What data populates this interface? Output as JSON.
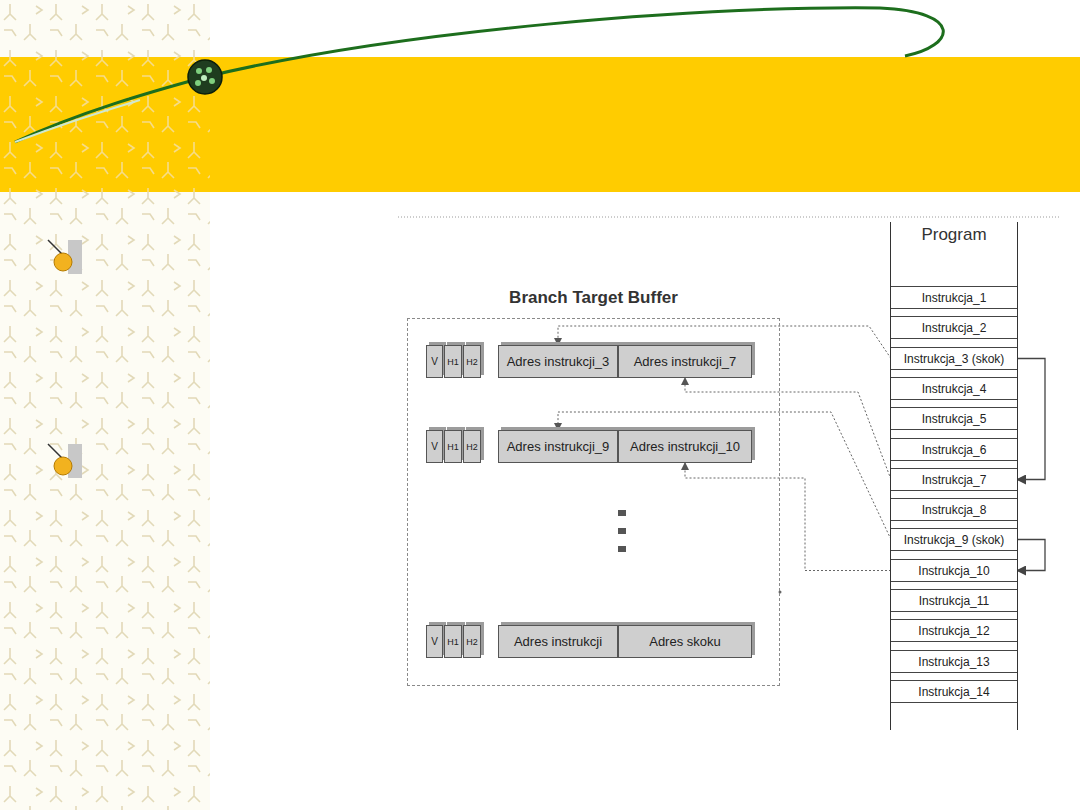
{
  "diagram": {
    "nodes": [
      {
        "text": [
          "Branch Target Buffer"
        ]
      },
      {
        "text": [
          "V"
        ],
        "in": 0
      },
      {
        "text": [
          "H1"
        ],
        "in": 0
      },
      {
        "text": [
          "H2"
        ],
        "in": 0
      },
      {
        "text": [
          "Adres instrukcji_3"
        ],
        "in": 0
      },
      {
        "text": [
          "Adres instrukcji_7"
        ],
        "in": 0
      },
      {
        "text": [
          "V"
        ],
        "in": 0
      },
      {
        "text": [
          "H1"
        ],
        "in": 0
      },
      {
        "text": [
          "H2"
        ],
        "in": 0
      },
      {
        "text": [
          "Adres instrukcji_9"
        ],
        "in": 0
      },
      {
        "text": [
          "Adres instrukcji_10"
        ],
        "in": 0
      },
      {
        "text": [
          "V"
        ],
        "in": 0
      },
      {
        "text": [
          "H1"
        ],
        "in": 0
      },
      {
        "text": [
          "H2"
        ],
        "in": 0
      },
      {
        "text": [
          "Adres instrukcji"
        ],
        "in": 0
      },
      {
        "text": [
          "Adres skoku"
        ],
        "in": 0
      },
      {
        "text": [
          "Program"
        ]
      },
      {
        "text": [
          "Instrukcja_1"
        ],
        "in": 16
      },
      {
        "text": [
          "Instrukcja_2"
        ],
        "in": 16
      },
      {
        "text": [
          "Instrukcja_3 (skok)"
        ],
        "in": 16
      },
      {
        "text": [
          "Instrukcja_4"
        ],
        "in": 16
      },
      {
        "text": [
          "Instrukcja_5"
        ],
        "in": 16
      },
      {
        "text": [
          "Instrukcja_6"
        ],
        "in": 16
      },
      {
        "text": [
          "Instrukcja_7"
        ],
        "in": 16
      },
      {
        "text": [
          "Instrukcja_8"
        ],
        "in": 16
      },
      {
        "text": [
          "Instrukcja_9 (skok)"
        ],
        "in": 16
      },
      {
        "text": [
          "Instrukcja_10"
        ],
        "in": 16
      },
      {
        "text": [
          "Instrukcja_11"
        ],
        "in": 16
      },
      {
        "text": [
          "Instrukcja_12"
        ],
        "in": 16
      },
      {
        "text": [
          "Instrukcja_13"
        ],
        "in": 16
      },
      {
        "text": [
          "Instrukcja_14"
        ],
        "in": 16
      }
    ],
    "edges": [
      {
        "from": 19,
        "to": 4,
        "arrow": "to"
      },
      {
        "from": 23,
        "to": 5,
        "arrow": "to"
      },
      {
        "from": 25,
        "to": 9,
        "arrow": "to"
      },
      {
        "from": 26,
        "to": 10,
        "arrow": "to"
      },
      {
        "from": 19,
        "to": 23,
        "arrow": "to"
      },
      {
        "from": 25,
        "to": 26,
        "arrow": "to"
      }
    ]
  }
}
